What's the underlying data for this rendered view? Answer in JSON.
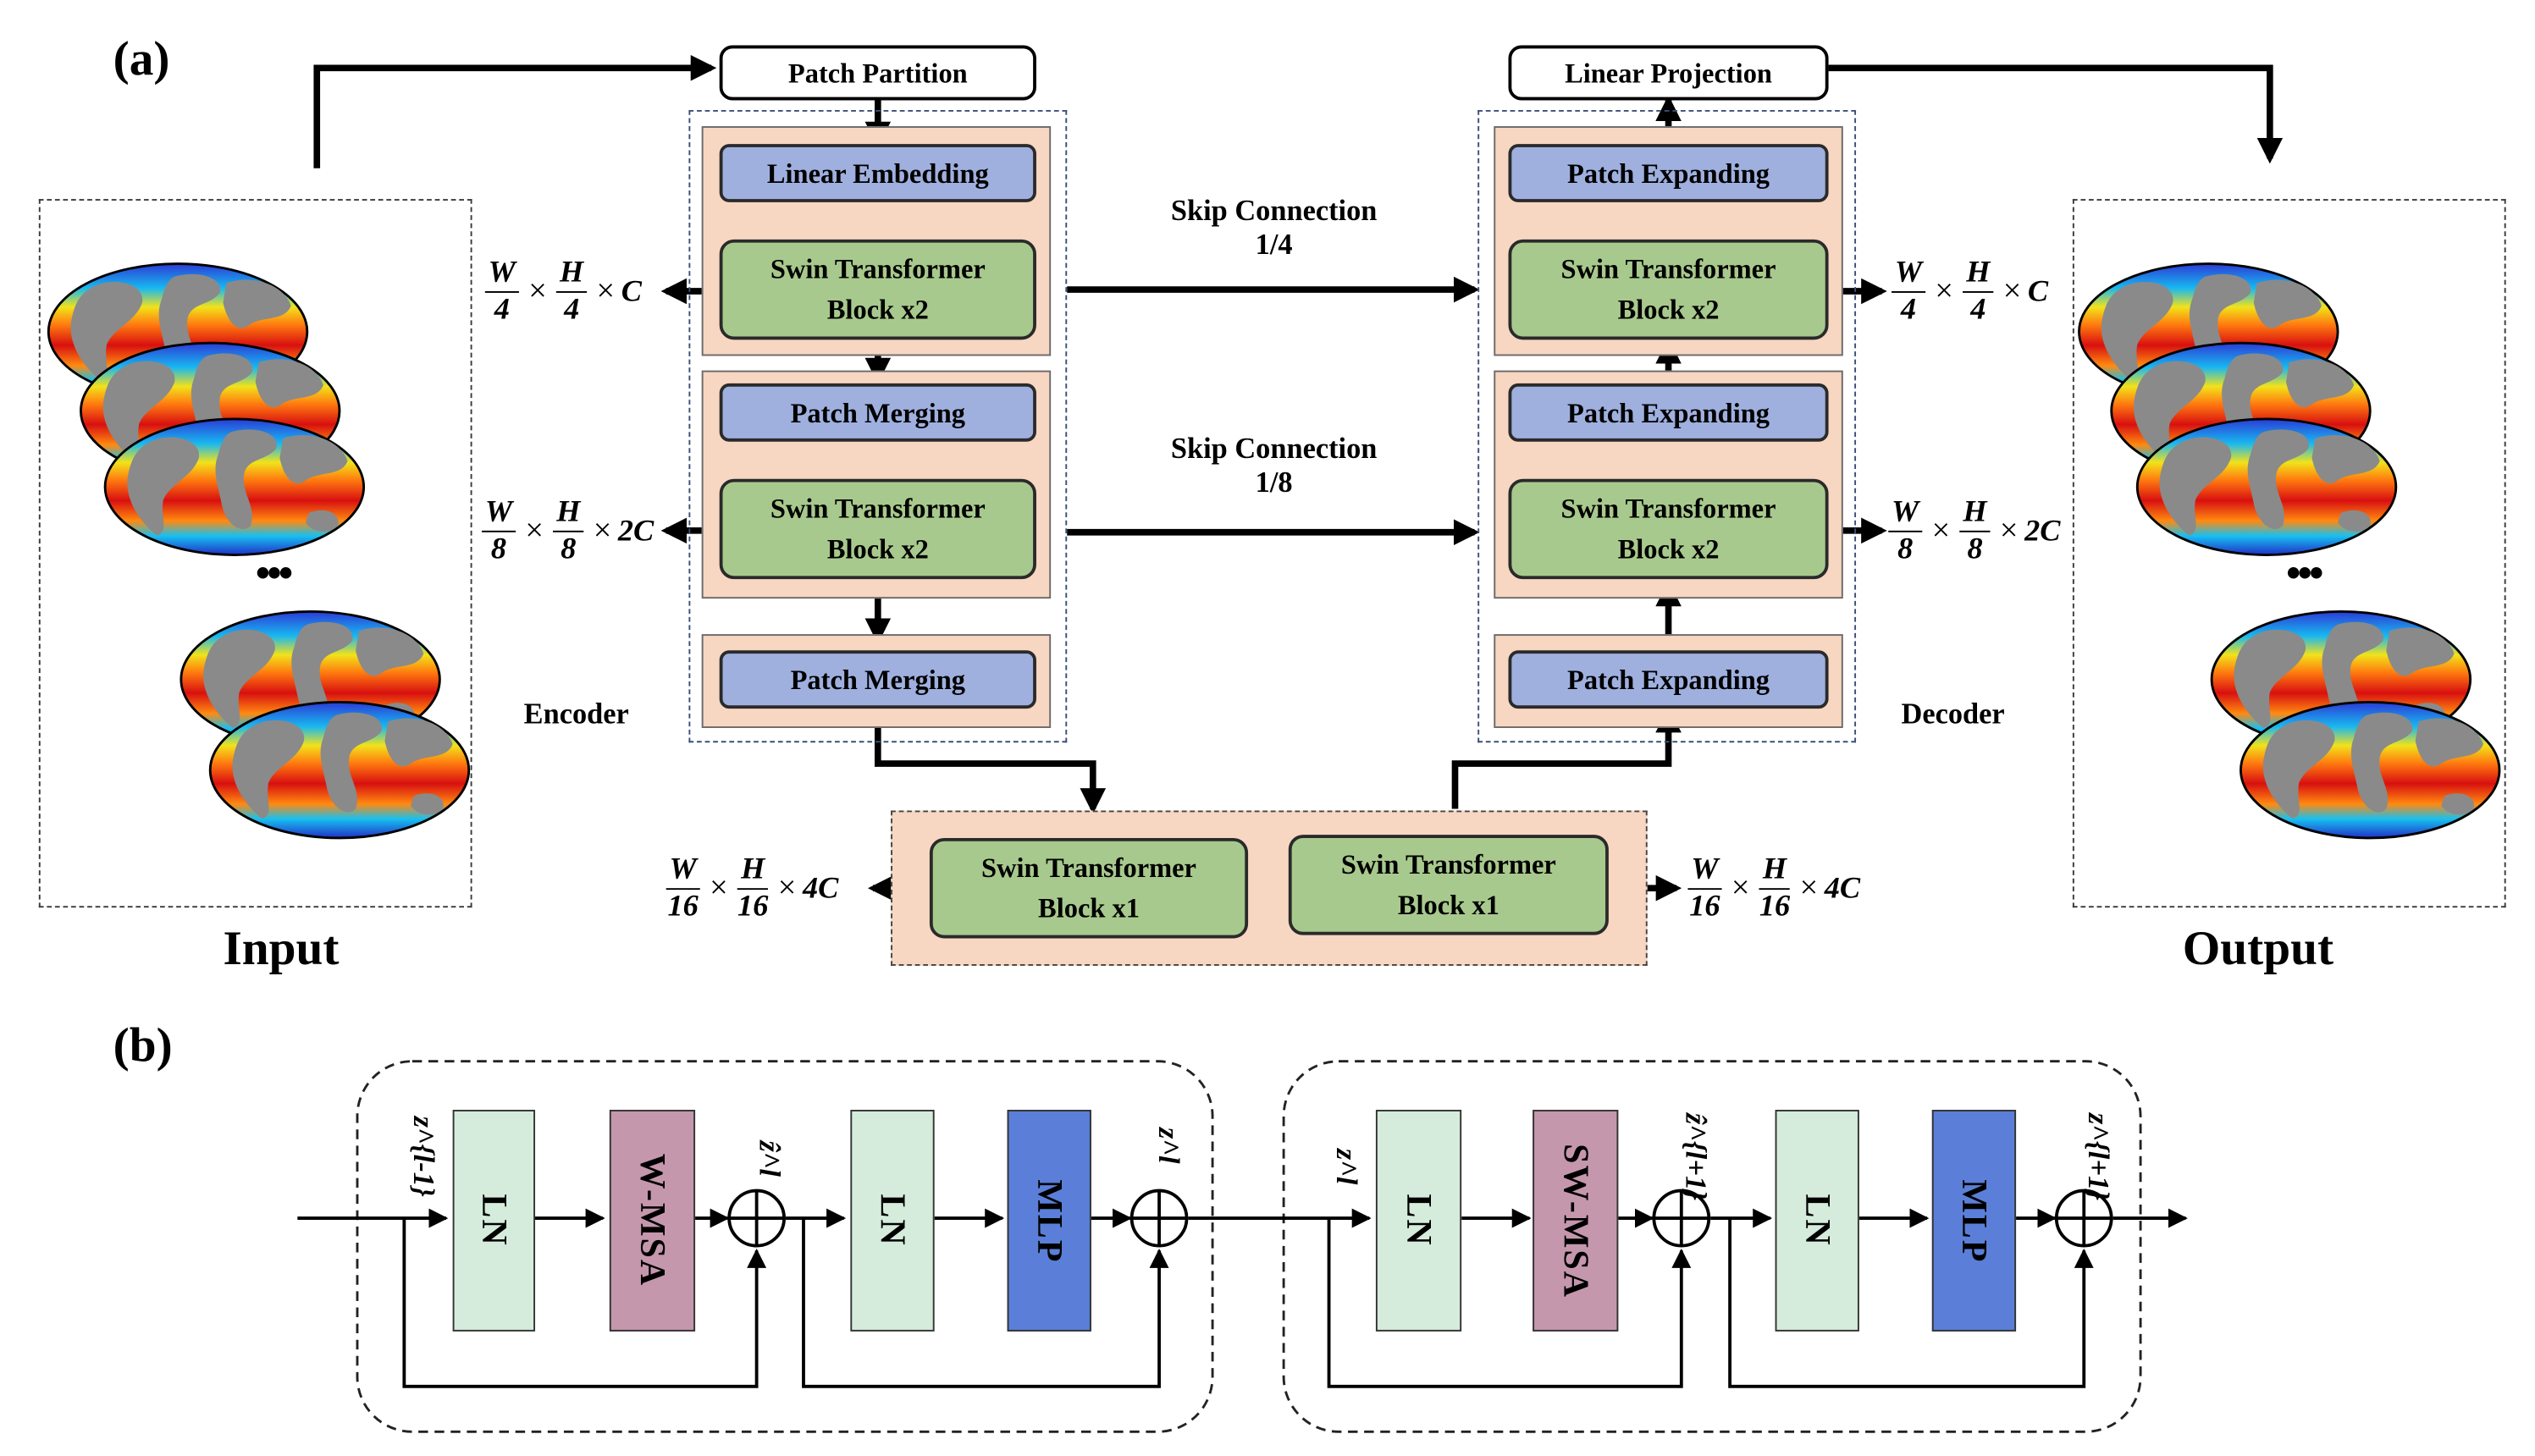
{
  "panel_a": {
    "label": "(a)",
    "patch_partition": "Patch Partition",
    "linear_embedding": "Linear Embedding",
    "swin_block_x2": "Swin Transformer Block x2",
    "patch_merging": "Patch Merging",
    "linear_projection": "Linear Projection",
    "patch_expanding": "Patch Expanding",
    "swin_block_x1": "Swin Transformer Block x1",
    "skip_connection": "Skip Connection",
    "skip_ratio_1": "1/4",
    "skip_ratio_2": "1/8",
    "encoder": "Encoder",
    "decoder": "Decoder",
    "input": "Input",
    "output": "Output",
    "ellipsis": "•••",
    "dim_W": "W",
    "dim_H": "H",
    "den_4": "4",
    "den_8": "8",
    "den_16": "16",
    "times": "×",
    "ch_1": "C",
    "ch_2": "2C",
    "ch_4": "4C"
  },
  "panel_b": {
    "label": "(b)",
    "ln": "LN",
    "wmsa": "W-MSA",
    "swmsa": "SW-MSA",
    "mlp": "MLP",
    "z_prev": "z^{l-1}",
    "z_hat": "ẑ^l",
    "z": "z^l",
    "z_hat_next": "ẑ^{l+1}",
    "z_next": "z^{l+1}"
  },
  "colors": {
    "stage_fill": "#f7d6c2",
    "block_blue": "#9fb0df",
    "block_green": "#a8c98d",
    "ln_fill": "#d5ecdc",
    "wmsa_fill": "#c597ad",
    "mlp_fill": "#5b7fd8"
  }
}
